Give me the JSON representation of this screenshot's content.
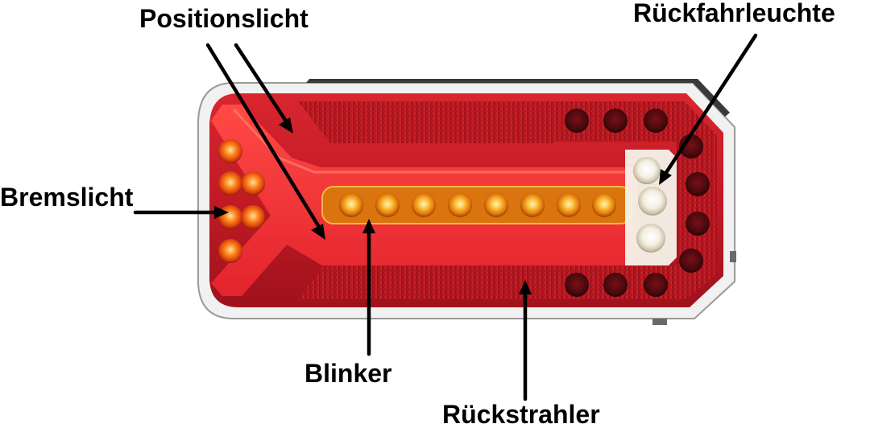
{
  "labels": {
    "position_light": "Positionslicht",
    "reverse_light": "Rückfahrleuchte",
    "brake_light": "Bremslicht",
    "indicator": "Blinker",
    "reflector": "Rückstrahler"
  },
  "colors": {
    "housing_red": "#c8182a",
    "housing_dark_red": "#8e0f1b",
    "indicator_amber": "#f39a16",
    "brake_orange": "#f26b12",
    "reverse_white": "#f4f1e6",
    "reflector_red": "#a8141f",
    "label_text": "#000000"
  }
}
